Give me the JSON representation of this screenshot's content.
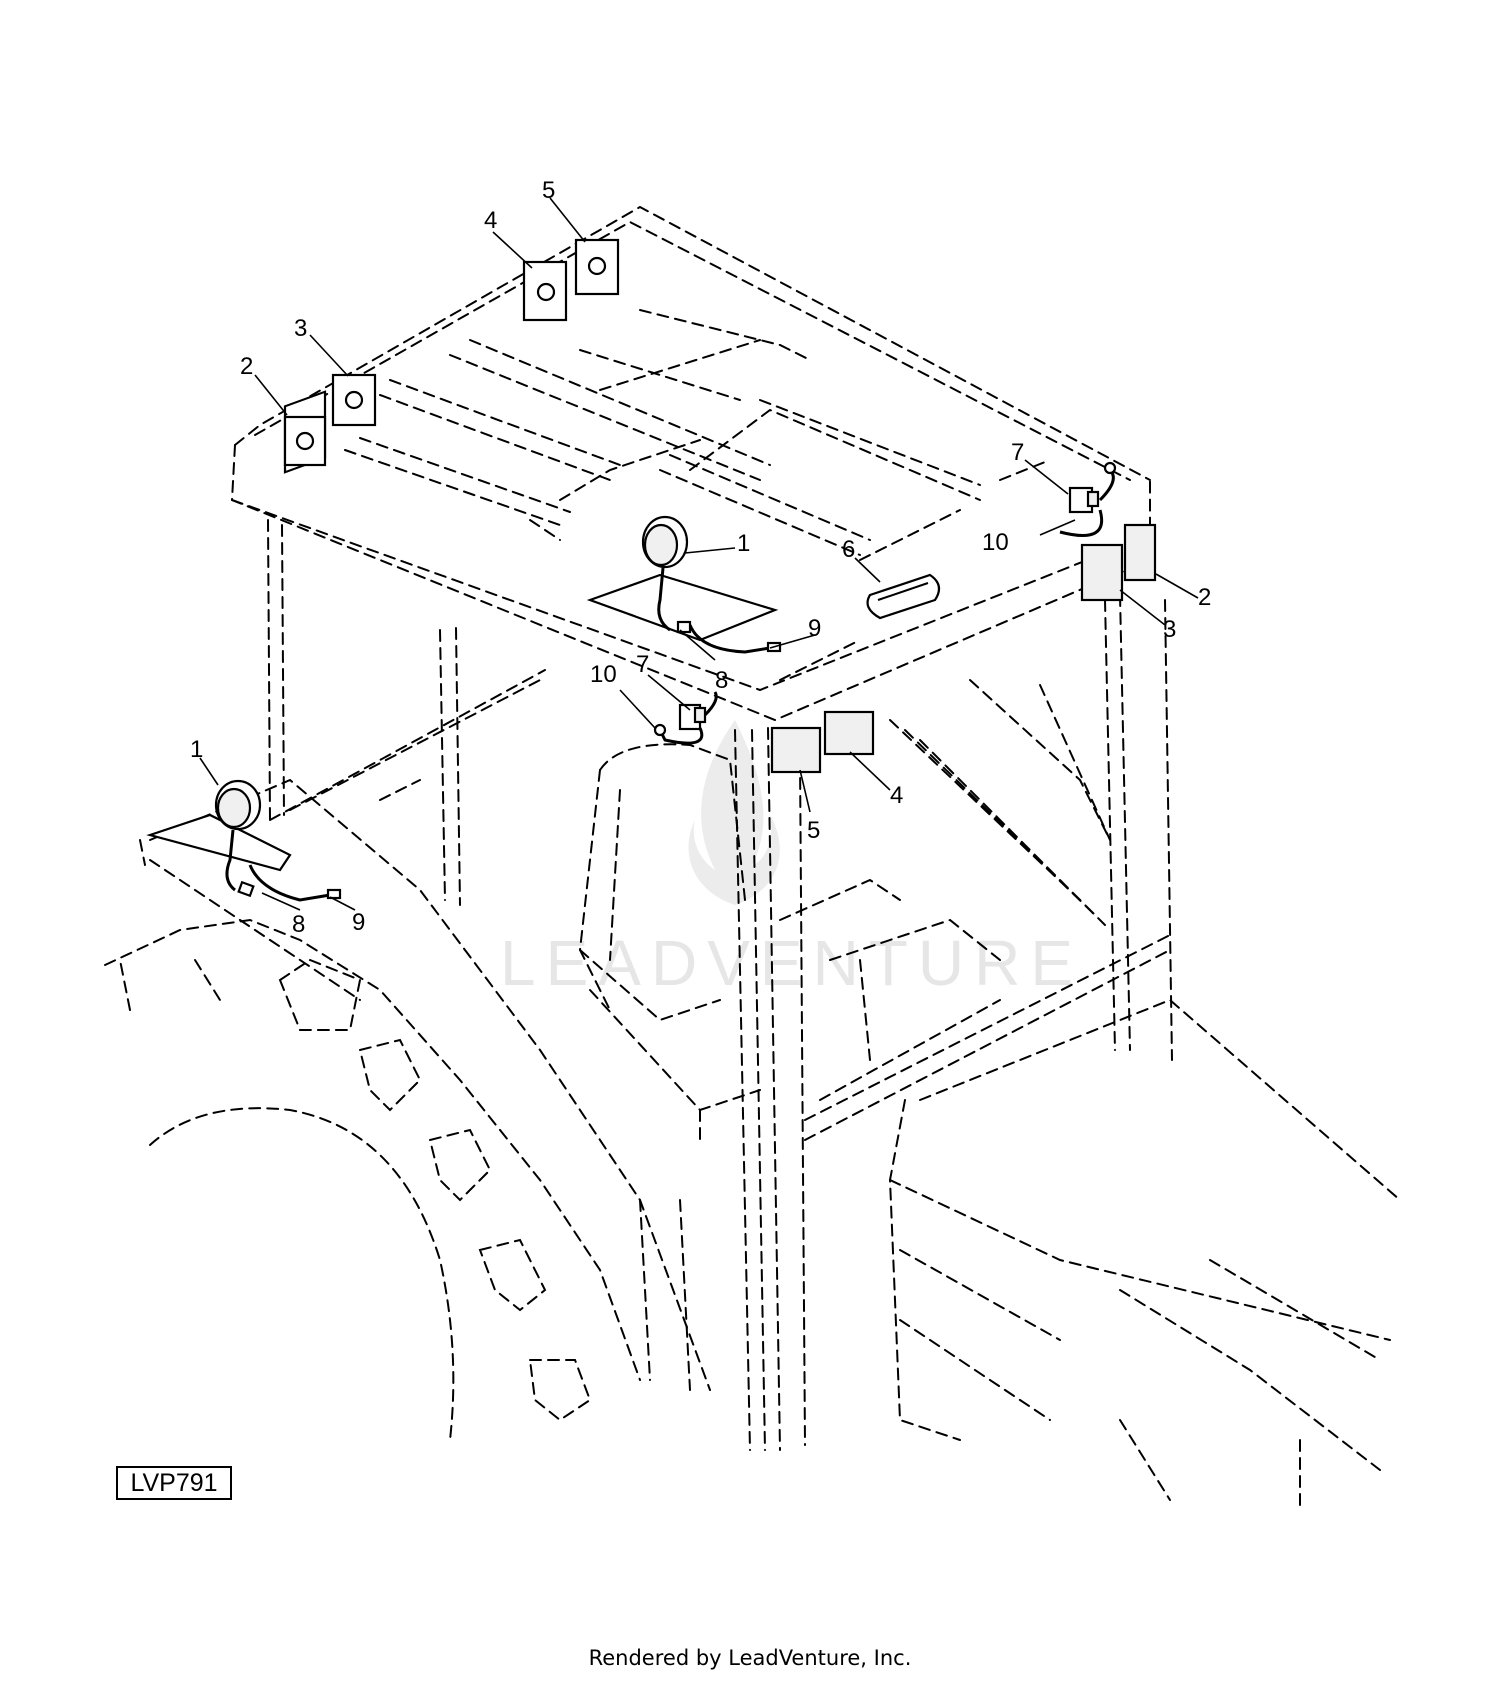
{
  "diagram": {
    "callouts": [
      "1",
      "2",
      "3",
      "4",
      "5",
      "6",
      "7",
      "8",
      "9",
      "10"
    ],
    "code_label": "LVP791",
    "watermark_text": "LEADVENTURE",
    "footer": "Rendered by LeadVenture, Inc."
  }
}
